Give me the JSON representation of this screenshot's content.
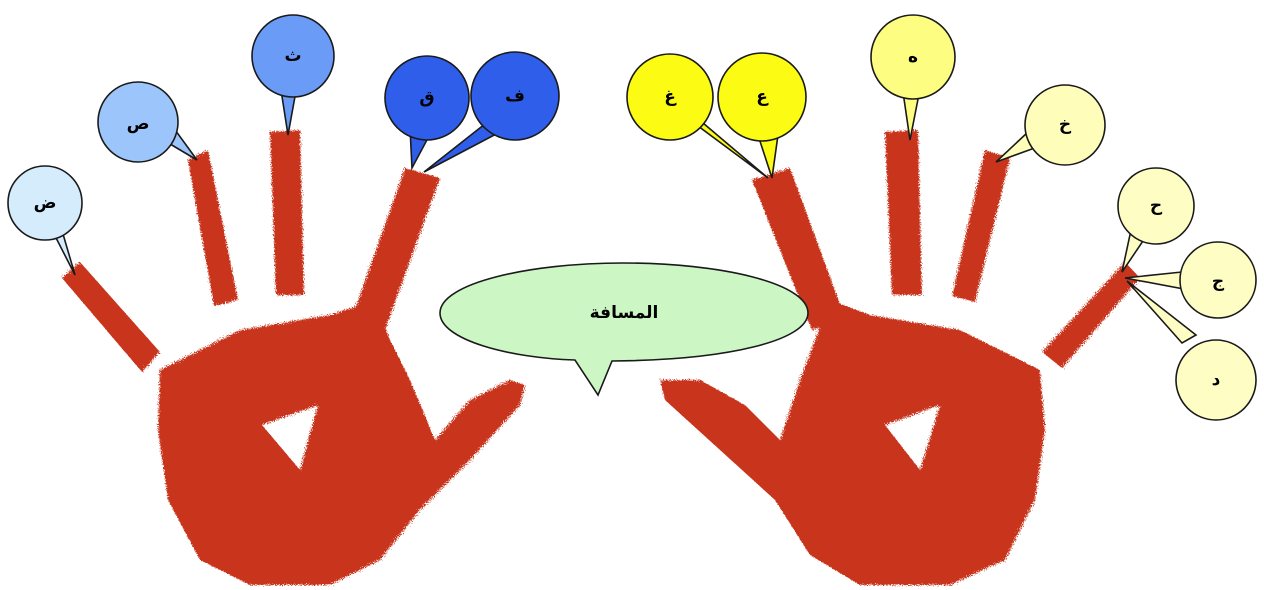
{
  "diagram": {
    "center_label": "المسافة",
    "colors": {
      "hand": "#c8341c",
      "space_bubble": "#ccf7c4",
      "left_pinky": "#d4ecfb",
      "left_ring": "#9cc6fb",
      "left_middle": "#6a9cf7",
      "left_index": "#2f5fea",
      "right_index": "#fbfb14",
      "right_middle": "#fdfd82",
      "right_ring": "#fefeba",
      "right_pinky": "#fefec4"
    },
    "bubbles": [
      {
        "id": "dad",
        "letter": "ض"
      },
      {
        "id": "sad",
        "letter": "ص"
      },
      {
        "id": "tha",
        "letter": "ث"
      },
      {
        "id": "qaf",
        "letter": "ق"
      },
      {
        "id": "fa",
        "letter": "ف"
      },
      {
        "id": "ghain",
        "letter": "غ"
      },
      {
        "id": "ain",
        "letter": "ع"
      },
      {
        "id": "ha",
        "letter": "ه"
      },
      {
        "id": "kha",
        "letter": "خ"
      },
      {
        "id": "hha",
        "letter": "ح"
      },
      {
        "id": "jim",
        "letter": "ج"
      },
      {
        "id": "dal",
        "letter": "د"
      }
    ]
  }
}
